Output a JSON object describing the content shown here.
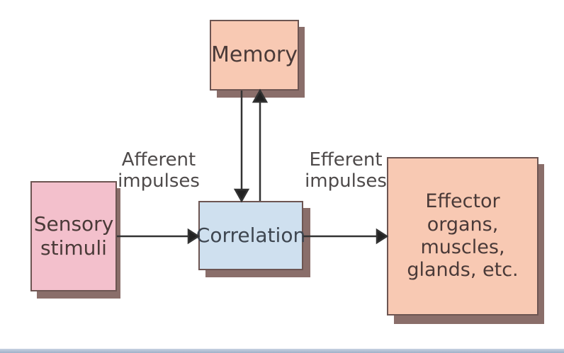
{
  "diagram": {
    "nodes": {
      "memory": {
        "label": "Memory",
        "color": "#f8c9b3"
      },
      "sensory": {
        "line1": "Sensory",
        "line2": "stimuli",
        "color": "#f3c0cc"
      },
      "correlation": {
        "label": "Correlation",
        "color": "#cfe0ef"
      },
      "effector": {
        "line1": "Effector",
        "line2": "organs, muscles,",
        "line3": "glands, etc.",
        "color": "#f8c9b3"
      }
    },
    "edge_labels": {
      "afferent": {
        "line1": "Afferent",
        "line2": "impulses"
      },
      "efferent": {
        "line1": "Efferent",
        "line2": "impulses"
      }
    }
  }
}
